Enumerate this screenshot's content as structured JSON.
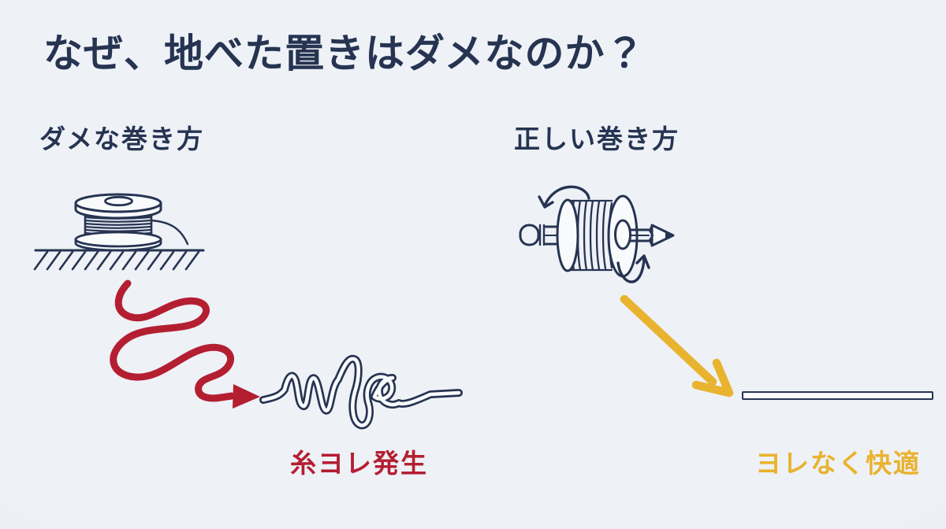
{
  "title": "なぜ、地べた置きはダメなのか？",
  "colors": {
    "bg": "#eef1f6",
    "bgDeep": "#e4e9ef",
    "navy": "#263452",
    "red": "#b41e31",
    "yellow": "#e9b330",
    "tube": "#f8fafc"
  },
  "left": {
    "label": "ダメな巻き方",
    "caption": "糸ヨレ発生"
  },
  "right": {
    "label": "正しい巻き方",
    "caption": "ヨレなく快適"
  },
  "icons": {
    "spool_on_ground": "line spool lying flat on hatched ground, line trailing off",
    "red_squiggle_arrow": "looping twisted red arrow",
    "tangled_line": "kinked twisted line with loops",
    "spool_on_pencil": "spool spinning on a pencil axle with rotation arrows",
    "yellow_arrow": "straight diagonal yellow arrow",
    "straight_line": "flat straight line (no twist)"
  }
}
